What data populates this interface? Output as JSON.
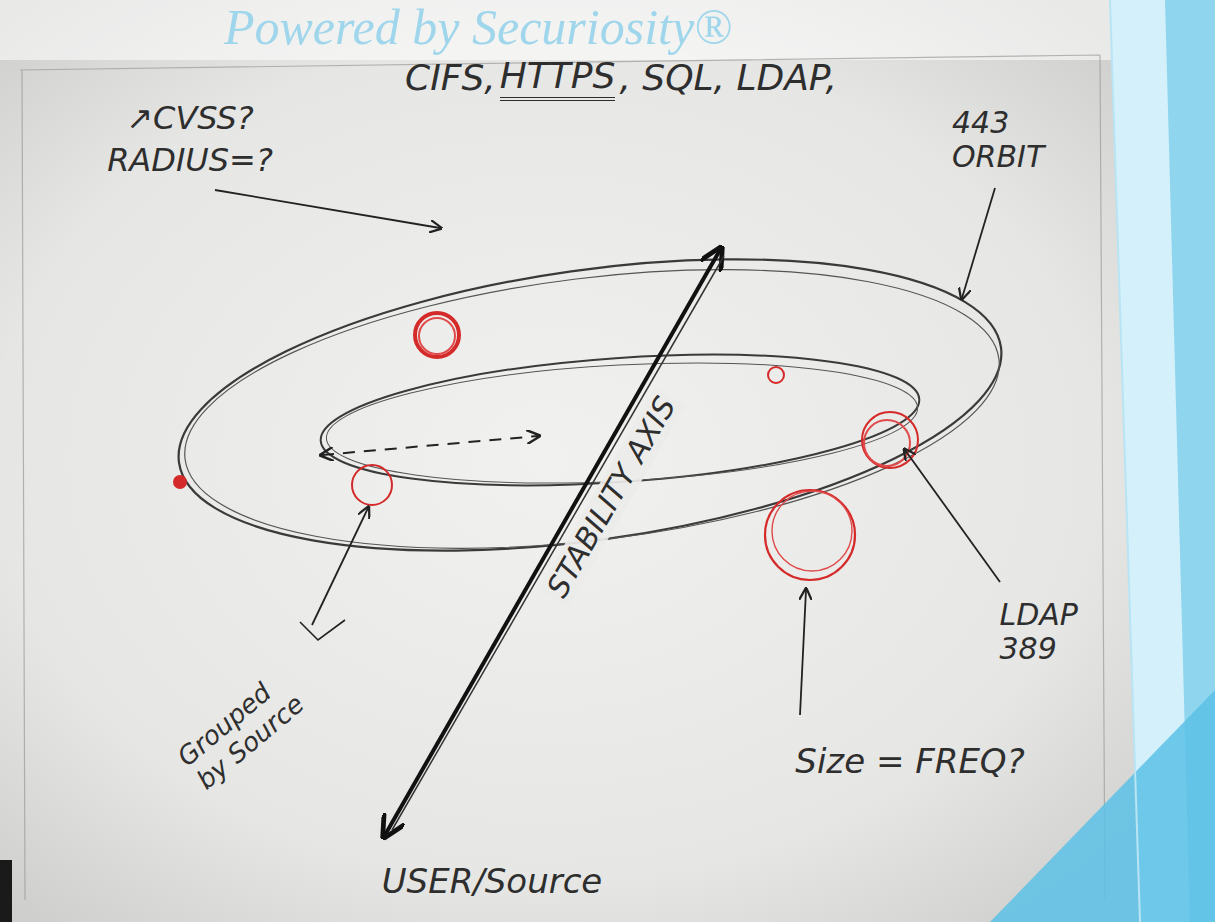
{
  "diagram": {
    "labels": [
      "Powered by Securiosity®",
      "CIFS,",
      "HTTPS",
      ", SQL, LDAP,",
      "↗CVSS?",
      "RADIUS=?",
      "STABILITY AXIS",
      "443 ORBIT",
      "LDAP 389",
      "Size = FREQ?",
      "Grouped by Source",
      "USER/Source"
    ]
  }
}
